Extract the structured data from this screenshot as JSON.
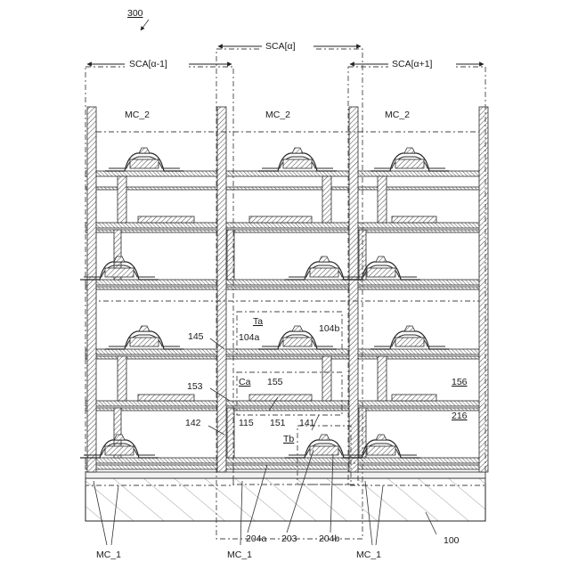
{
  "figure": {
    "ref": "300",
    "sca_left": "SCA[α-1]",
    "sca_center": "SCA[α]",
    "sca_right": "SCA[α+1]"
  },
  "cells": {
    "mc2_left": "MC_2",
    "mc2_center": "MC_2",
    "mc2_right": "MC_2",
    "mc1_left": "MC_1",
    "mc1_center": "MC_1",
    "mc1_right": "MC_1"
  },
  "labels": {
    "Ta": "Ta",
    "l104a": "104a",
    "l104b": "104b",
    "l145": "145",
    "Ca": "Ca",
    "l155": "155",
    "l153": "153",
    "l156": "156",
    "l115": "115",
    "l151": "151",
    "l141": "141",
    "l142": "142",
    "l216": "216",
    "Tb": "Tb",
    "l204a": "204a",
    "l203": "203",
    "l204b": "204b",
    "l100": "100"
  },
  "colors": {
    "line": "#2a2a2a",
    "hatch": "#555555",
    "dash": "#444444"
  }
}
